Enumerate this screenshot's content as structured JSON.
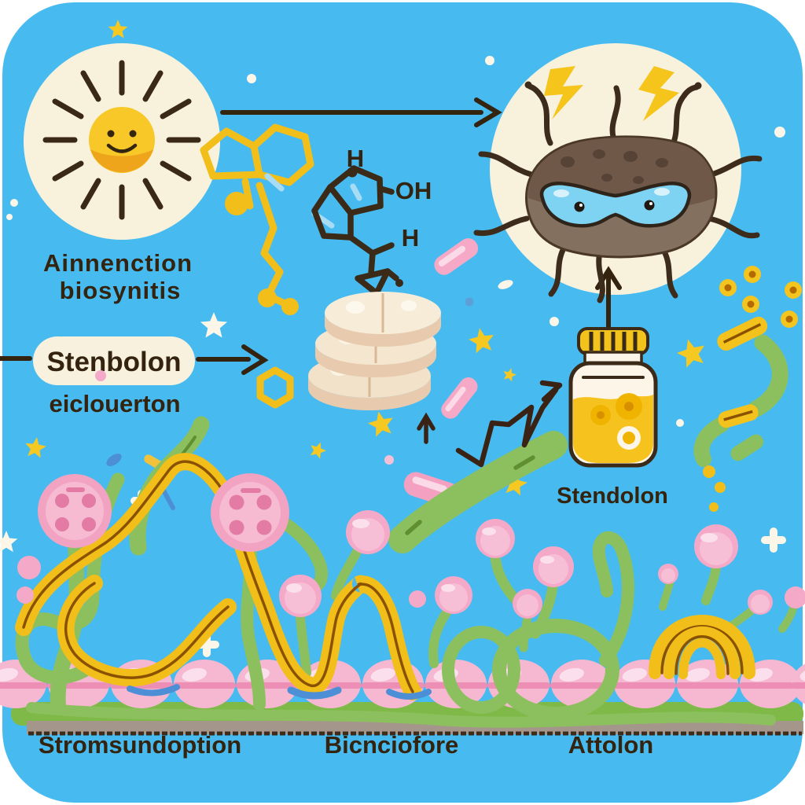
{
  "scene": {
    "type": "cartoon-biology-diagram",
    "labels": {
      "process_line1": "Ainnenction",
      "process_line2": "biosynitis",
      "pill": "Stenbolon",
      "pill_sub": "eiclouerton",
      "jar": "Stendolon",
      "membrane_left": "Stromsundoption",
      "membrane_middle": "Bicnciofore",
      "membrane_right": "Attolon"
    },
    "molecule": {
      "h_top": "H",
      "oh": "OH",
      "h_right": "H"
    },
    "icons": [
      "sun-icon",
      "arrow-right-icon",
      "molecule-icon",
      "tablet-stack-icon",
      "microbe-icon",
      "lightning-icon",
      "jar-icon",
      "zigzag-arrow-icon",
      "arrow-up-icon",
      "star-icon",
      "capsule-icon",
      "membrane-icon",
      "vine-icon",
      "rope-icon",
      "button-cell-icon",
      "bulb-icon"
    ],
    "colors": {
      "sky": "#47BBF0",
      "cream_halo": "#F8F1DC",
      "sun_yellow": "#F8C829",
      "accent_yellow": "#F2BE1A",
      "outline_dark": "#3A2A17",
      "text_dark": "#33230F",
      "pink": "#F5A9C6",
      "membrane_pink": "#F6B7D0",
      "green": "#8CC05E",
      "creature_brown": "#83705F",
      "goggle_blue": "#7ED3F2",
      "stripe_blue": "#4D8FD6",
      "base_green": "#7FBA48",
      "base_gray": "#A5968C"
    }
  }
}
